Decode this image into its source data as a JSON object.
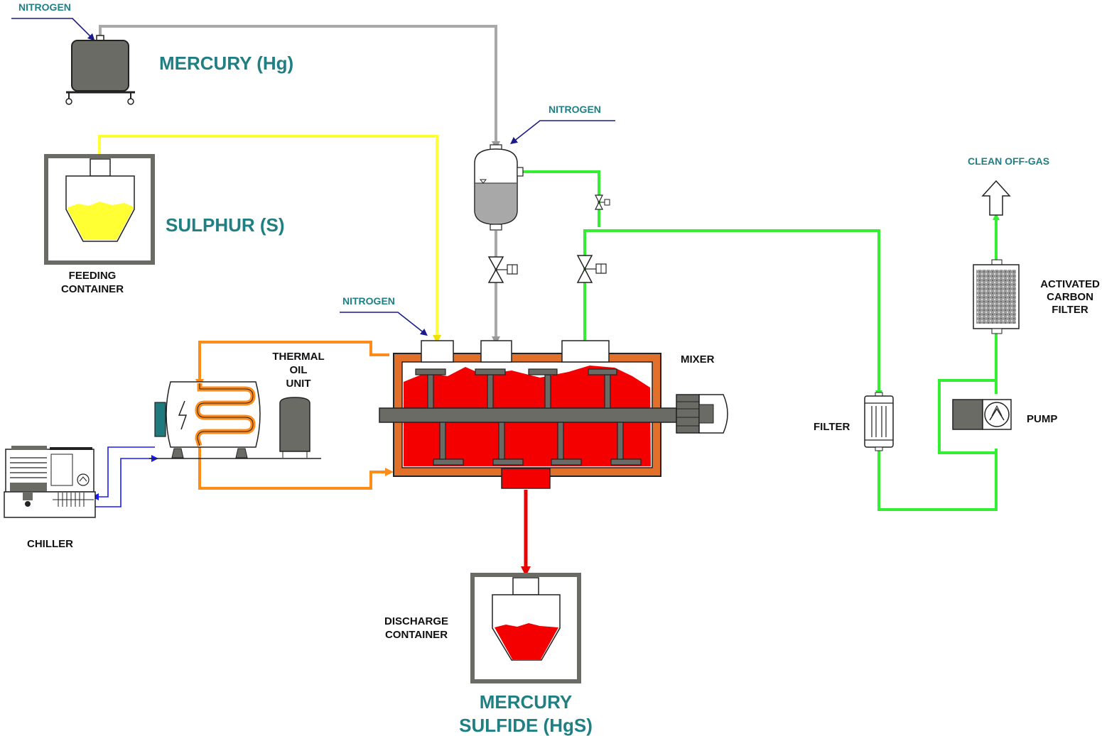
{
  "labels": {
    "nitrogen_top": "NITROGEN",
    "mercury": "MERCURY (Hg)",
    "sulphur": "SULPHUR (S)",
    "feeding_container_line1": "FEEDING",
    "feeding_container_line2": "CONTAINER",
    "nitrogen_mid": "NITROGEN",
    "nitrogen_left": "NITROGEN",
    "thermal_line1": "THERMAL",
    "thermal_line2": "OIL",
    "thermal_line3": "UNIT",
    "mixer": "MIXER",
    "chiller": "CHILLER",
    "clean_off_gas": "CLEAN OFF-GAS",
    "activated_line1": "ACTIVATED",
    "activated_line2": "CARBON",
    "activated_line3": "FILTER",
    "filter": "FILTER",
    "pump": "PUMP",
    "discharge_line1": "DISCHARGE",
    "discharge_line2": "CONTAINER",
    "hgs_line1": "MERCURY",
    "hgs_line2": "SULFIDE (HgS)"
  },
  "colors": {
    "mercury_line": "#a8a8a8",
    "sulphur_line": "#ffff33",
    "gas_line": "#33ee33",
    "oil_line": "#ff8c1a",
    "product_line": "#e60000",
    "coolant_line": "#1a1aff",
    "equipment_gray": "#6b6b66",
    "text_teal": "#1f7f83"
  }
}
